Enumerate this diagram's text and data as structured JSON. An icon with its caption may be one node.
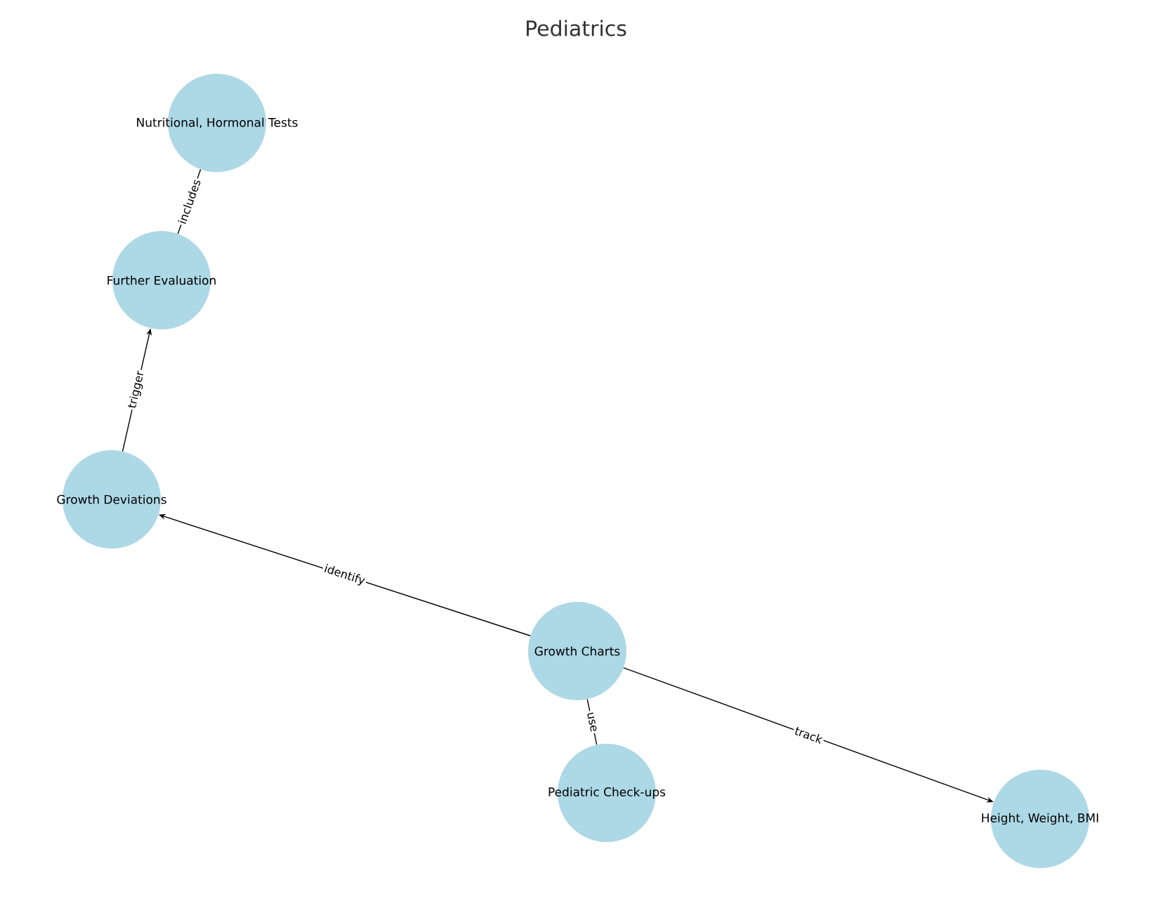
{
  "diagram": {
    "title": "Pediatrics",
    "nodes": [
      {
        "text": [
          "Nutritional, Hormonal Tests"
        ]
      },
      {
        "text": [
          "Further Evaluation"
        ]
      },
      {
        "text": [
          "Growth Deviations"
        ]
      },
      {
        "text": [
          "Growth Charts"
        ]
      },
      {
        "text": [
          "Pediatric Check-ups"
        ]
      },
      {
        "text": [
          "Height, Weight, BMI"
        ]
      }
    ],
    "edges": [
      {
        "from": 1,
        "to": 0,
        "arrow": "none",
        "label": "includes"
      },
      {
        "from": 2,
        "to": 1,
        "arrow": "to",
        "label": "trigger"
      },
      {
        "from": 3,
        "to": 2,
        "arrow": "to",
        "label": "identify"
      },
      {
        "from": 4,
        "to": 3,
        "arrow": "none",
        "label": "use"
      },
      {
        "from": 3,
        "to": 5,
        "arrow": "to",
        "label": "track"
      }
    ]
  }
}
